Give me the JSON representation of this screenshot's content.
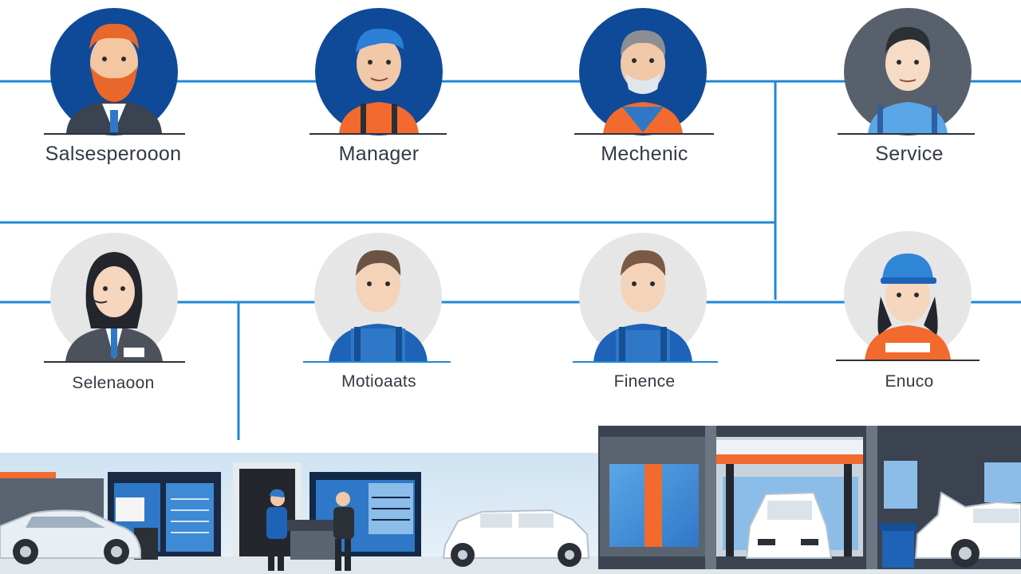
{
  "colors": {
    "connector": "#1e88d6",
    "navy_disc": "#0f4a99",
    "grey_disc": "#58606b",
    "light_disc": "#e6e6e6",
    "accent_orange": "#f26a2e",
    "accent_blue": "#2f78c8",
    "label_text": "#333a44"
  },
  "roles_top": [
    {
      "label": "Salsesperooon",
      "icon": "red-bearded-man-in-suit-avatar"
    },
    {
      "label": "Manager",
      "icon": "blue-haired-worker-avatar"
    },
    {
      "label": "Mechenic",
      "icon": "mechanic-with-mask-avatar"
    },
    {
      "label": "Service",
      "icon": "service-advisor-headset-avatar"
    }
  ],
  "roles_bottom": [
    {
      "label": "Selenaoon",
      "icon": "woman-in-suit-with-headset-avatar"
    },
    {
      "label": "Motioaats",
      "icon": "worker-in-blue-overalls-avatar"
    },
    {
      "label": "Finence",
      "icon": "man-in-blue-overalls-avatar"
    },
    {
      "label": "Enuco",
      "icon": "woman-in-blue-cap-avatar"
    }
  ],
  "scene": {
    "icon": "car-dealership-storefront-illustration"
  }
}
